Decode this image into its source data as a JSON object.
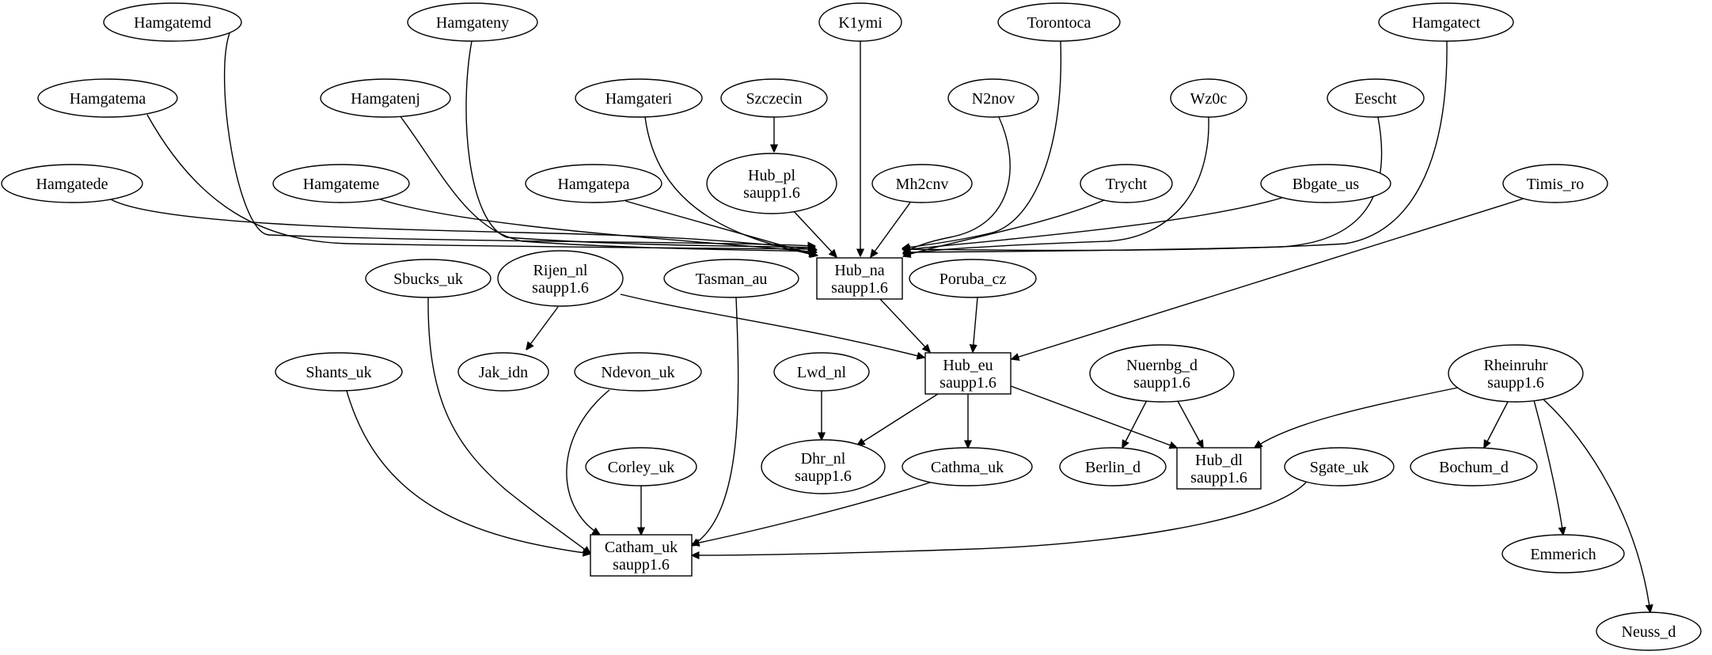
{
  "diagram": {
    "nodes": [
      {
        "id": "hamgatemd",
        "label": "Hamgatemd",
        "shape": "ellipse"
      },
      {
        "id": "hamgateny",
        "label": "Hamgateny",
        "shape": "ellipse"
      },
      {
        "id": "k1ymi",
        "label": "K1ymi",
        "shape": "ellipse"
      },
      {
        "id": "torontoca",
        "label": "Torontoca",
        "shape": "ellipse"
      },
      {
        "id": "hamgatect",
        "label": "Hamgatect",
        "shape": "ellipse"
      },
      {
        "id": "hamgatema",
        "label": "Hamgatema",
        "shape": "ellipse"
      },
      {
        "id": "hamgatenj",
        "label": "Hamgatenj",
        "shape": "ellipse"
      },
      {
        "id": "hamgateri",
        "label": "Hamgateri",
        "shape": "ellipse"
      },
      {
        "id": "szczecin",
        "label": "Szczecin",
        "shape": "ellipse"
      },
      {
        "id": "n2nov",
        "label": "N2nov",
        "shape": "ellipse"
      },
      {
        "id": "wz0c",
        "label": "Wz0c",
        "shape": "ellipse"
      },
      {
        "id": "eescht",
        "label": "Eescht",
        "shape": "ellipse"
      },
      {
        "id": "hamgatede",
        "label": "Hamgatede",
        "shape": "ellipse"
      },
      {
        "id": "hamgateme",
        "label": "Hamgateme",
        "shape": "ellipse"
      },
      {
        "id": "hamgatepa",
        "label": "Hamgatepa",
        "shape": "ellipse"
      },
      {
        "id": "hub_pl",
        "label": "Hub_pl\nsaupp1.6",
        "shape": "ellipse"
      },
      {
        "id": "mh2cnv",
        "label": "Mh2cnv",
        "shape": "ellipse"
      },
      {
        "id": "trycht",
        "label": "Trycht",
        "shape": "ellipse"
      },
      {
        "id": "bbgate_us",
        "label": "Bbgate_us",
        "shape": "ellipse"
      },
      {
        "id": "timis_ro",
        "label": "Timis_ro",
        "shape": "ellipse"
      },
      {
        "id": "hub_na",
        "label": "Hub_na\nsaupp1.6",
        "shape": "box"
      },
      {
        "id": "sbucks_uk",
        "label": "Sbucks_uk",
        "shape": "ellipse"
      },
      {
        "id": "rijen_nl",
        "label": "Rijen_nl\nsaupp1.6",
        "shape": "ellipse"
      },
      {
        "id": "tasman_au",
        "label": "Tasman_au",
        "shape": "ellipse"
      },
      {
        "id": "poruba_cz",
        "label": "Poruba_cz",
        "shape": "ellipse"
      },
      {
        "id": "shants_uk",
        "label": "Shants_uk",
        "shape": "ellipse"
      },
      {
        "id": "jak_idn",
        "label": "Jak_idn",
        "shape": "ellipse"
      },
      {
        "id": "ndevon_uk",
        "label": "Ndevon_uk",
        "shape": "ellipse"
      },
      {
        "id": "lwd_nl",
        "label": "Lwd_nl",
        "shape": "ellipse"
      },
      {
        "id": "hub_eu",
        "label": "Hub_eu\nsaupp1.6",
        "shape": "box"
      },
      {
        "id": "nuernbg_d",
        "label": "Nuernbg_d\nsaupp1.6",
        "shape": "ellipse"
      },
      {
        "id": "rheinruhr",
        "label": "Rheinruhr\nsaupp1.6",
        "shape": "ellipse"
      },
      {
        "id": "corley_uk",
        "label": "Corley_uk",
        "shape": "ellipse"
      },
      {
        "id": "dhr_nl",
        "label": "Dhr_nl\nsaupp1.6",
        "shape": "ellipse"
      },
      {
        "id": "cathma_uk",
        "label": "Cathma_uk",
        "shape": "ellipse"
      },
      {
        "id": "berlin_d",
        "label": "Berlin_d",
        "shape": "ellipse"
      },
      {
        "id": "hub_dl",
        "label": "Hub_dl\nsaupp1.6",
        "shape": "box"
      },
      {
        "id": "sgate_uk",
        "label": "Sgate_uk",
        "shape": "ellipse"
      },
      {
        "id": "bochum_d",
        "label": "Bochum_d",
        "shape": "ellipse"
      },
      {
        "id": "catham_uk",
        "label": "Catham_uk\nsaupp1.6",
        "shape": "box"
      },
      {
        "id": "emmerich",
        "label": "Emmerich",
        "shape": "ellipse"
      },
      {
        "id": "neuss_d",
        "label": "Neuss_d",
        "shape": "ellipse"
      }
    ],
    "edges": [
      {
        "from": "hamgatemd",
        "to": "hub_na"
      },
      {
        "from": "hamgateny",
        "to": "hub_na"
      },
      {
        "from": "k1ymi",
        "to": "hub_na"
      },
      {
        "from": "torontoca",
        "to": "hub_na"
      },
      {
        "from": "hamgatect",
        "to": "hub_na"
      },
      {
        "from": "hamgatema",
        "to": "hub_na"
      },
      {
        "from": "hamgatenj",
        "to": "hub_na"
      },
      {
        "from": "hamgateri",
        "to": "hub_na"
      },
      {
        "from": "szczecin",
        "to": "hub_pl"
      },
      {
        "from": "n2nov",
        "to": "hub_na"
      },
      {
        "from": "wz0c",
        "to": "hub_na"
      },
      {
        "from": "eescht",
        "to": "hub_na"
      },
      {
        "from": "hamgatede",
        "to": "hub_na"
      },
      {
        "from": "hamgateme",
        "to": "hub_na"
      },
      {
        "from": "hamgatepa",
        "to": "hub_na"
      },
      {
        "from": "hub_pl",
        "to": "hub_na"
      },
      {
        "from": "mh2cnv",
        "to": "hub_na"
      },
      {
        "from": "trycht",
        "to": "hub_na"
      },
      {
        "from": "bbgate_us",
        "to": "hub_na"
      },
      {
        "from": "timis_ro",
        "to": "hub_eu"
      },
      {
        "from": "hub_na",
        "to": "hub_eu"
      },
      {
        "from": "poruba_cz",
        "to": "hub_eu"
      },
      {
        "from": "rijen_nl",
        "to": "hub_eu"
      },
      {
        "from": "rijen_nl",
        "to": "jak_idn"
      },
      {
        "from": "sbucks_uk",
        "to": "catham_uk"
      },
      {
        "from": "tasman_au",
        "to": "catham_uk"
      },
      {
        "from": "shants_uk",
        "to": "catham_uk"
      },
      {
        "from": "ndevon_uk",
        "to": "catham_uk"
      },
      {
        "from": "corley_uk",
        "to": "catham_uk"
      },
      {
        "from": "cathma_uk",
        "to": "catham_uk"
      },
      {
        "from": "sgate_uk",
        "to": "catham_uk"
      },
      {
        "from": "lwd_nl",
        "to": "dhr_nl"
      },
      {
        "from": "hub_eu",
        "to": "dhr_nl"
      },
      {
        "from": "hub_eu",
        "to": "cathma_uk"
      },
      {
        "from": "hub_eu",
        "to": "hub_dl"
      },
      {
        "from": "nuernbg_d",
        "to": "berlin_d"
      },
      {
        "from": "nuernbg_d",
        "to": "hub_dl"
      },
      {
        "from": "rheinruhr",
        "to": "hub_dl"
      },
      {
        "from": "rheinruhr",
        "to": "bochum_d"
      },
      {
        "from": "rheinruhr",
        "to": "emmerich"
      },
      {
        "from": "rheinruhr",
        "to": "neuss_d"
      }
    ]
  }
}
